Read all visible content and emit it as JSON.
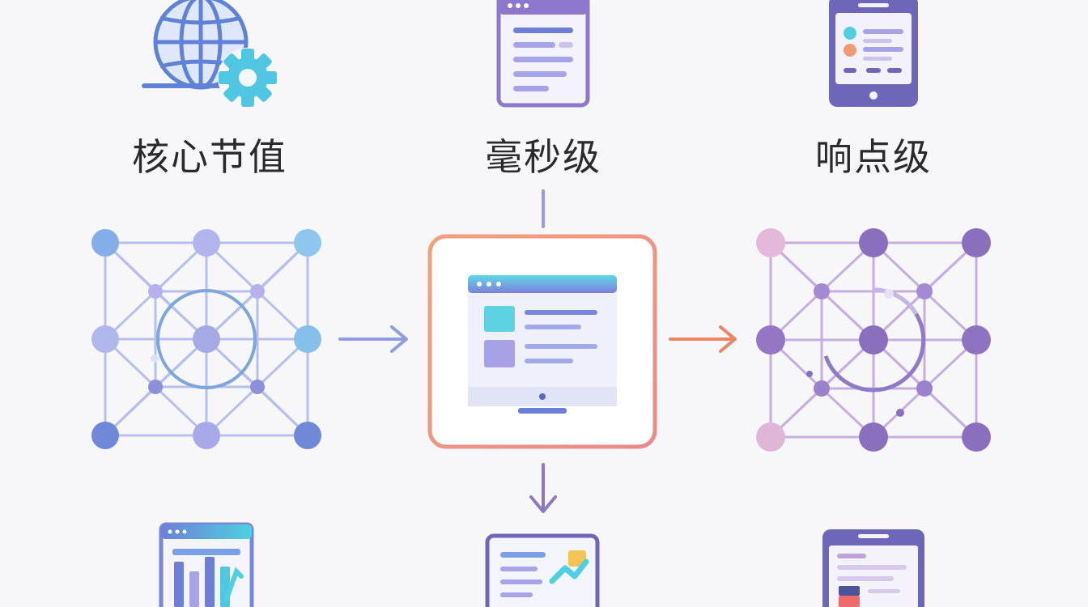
{
  "labels": {
    "left": "核心节值",
    "center": "毫秒级",
    "right": "响点级"
  },
  "icons": {
    "top_left": "globe-gear-icon",
    "top_center": "document-window-icon",
    "top_right": "tablet-list-icon",
    "left_network": "network-mesh-icon",
    "center_monitor": "monitor-dashboard-icon",
    "right_network": "network-mesh-icon",
    "bottom_left": "bar-chart-window-icon",
    "bottom_center": "presentation-chart-icon",
    "bottom_right": "tablet-report-icon",
    "arrow_right_1": "arrow-right-icon",
    "arrow_right_2": "arrow-right-icon",
    "arrow_down": "arrow-down-icon"
  },
  "colors": {
    "blue": "#6f8fe0",
    "lavender": "#a7a3e8",
    "purple": "#8a6fc2",
    "cyan": "#4fd0e0",
    "orange": "#ef8e6a",
    "pink": "#e6b3d3",
    "text": "#2a2a2e"
  }
}
